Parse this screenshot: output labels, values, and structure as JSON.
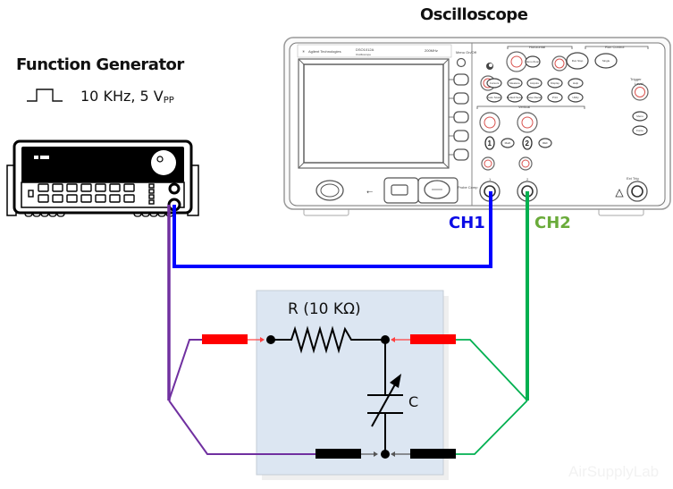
{
  "function_generator": {
    "title": "Function Generator",
    "waveform_icon": "square-wave-icon",
    "spec_main": "10 KHz, 5 V",
    "spec_sub": "PP"
  },
  "oscilloscope": {
    "title": "Oscilloscope",
    "brand": "Agilent Technologies",
    "model": "DSO1012A",
    "model_sub": "Oscilloscope",
    "bandwidth": "200MHz",
    "menu_onoff": "Menu On/Off",
    "probe_comp": "Probe Comp",
    "sections": {
      "horizontal": "Horizontal",
      "run_control": "Run Control",
      "vertical": "Vertical",
      "trigger": "Trigger"
    },
    "buttons": [
      "Menu Zoom",
      "Run Stop",
      "Single",
      "Cursors",
      "Measure",
      "Acquire",
      "Display",
      "Help",
      "Auto Scale",
      "Default Setup",
      "Save Recall",
      "Print",
      "Utility",
      "Math",
      "REF",
      "Menu",
      "Force"
    ],
    "channel_buttons": [
      "1",
      "2"
    ],
    "trigger_level": "Level",
    "ext_trig": "Ext Trig",
    "channel_inputs": [
      "1",
      "2"
    ]
  },
  "channels": {
    "ch1": "CH1",
    "ch2": "CH2",
    "ch1_color": "#0000ff",
    "ch2_color": "#00b050"
  },
  "circuit": {
    "resistor_label": "R (10 KΩ)",
    "capacitor_label": "C",
    "box_color": "#dce6f2",
    "signal_lead_color": "#ff0000",
    "ground_lead_color": "#000000",
    "generator_wire_color": "#7030a0"
  },
  "watermark": "AirSupplyLab"
}
